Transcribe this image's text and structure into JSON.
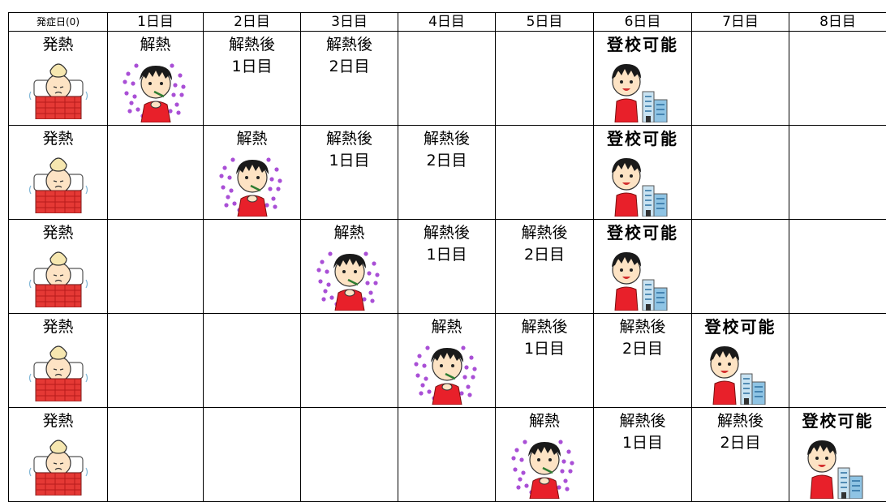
{
  "header": {
    "day0": "発症日(0)",
    "day1": "1日目",
    "day2": "2日目",
    "day3": "3日目",
    "day4": "4日目",
    "day5": "5日目",
    "day6": "6日目",
    "day7": "7日目",
    "day8": "8日目"
  },
  "labels": {
    "fever": "発熱",
    "fever_down": "解熱",
    "after": "解熱後",
    "after_day1": "1日目",
    "after_day2": "2日目",
    "school_ok": "登校可能"
  },
  "rows": [
    {
      "fever_down_day": 1,
      "school_day": 6
    },
    {
      "fever_down_day": 2,
      "school_day": 6
    },
    {
      "fever_down_day": 3,
      "school_day": 6
    },
    {
      "fever_down_day": 4,
      "school_day": 7
    },
    {
      "fever_down_day": 5,
      "school_day": 8
    }
  ],
  "colors": {
    "grid": "#000000",
    "blanket": "#e53935",
    "shirt": "#e8202a",
    "sparkles": "#a94fd6",
    "skin": "#fde3c4",
    "hair": "#1a1a1a"
  }
}
